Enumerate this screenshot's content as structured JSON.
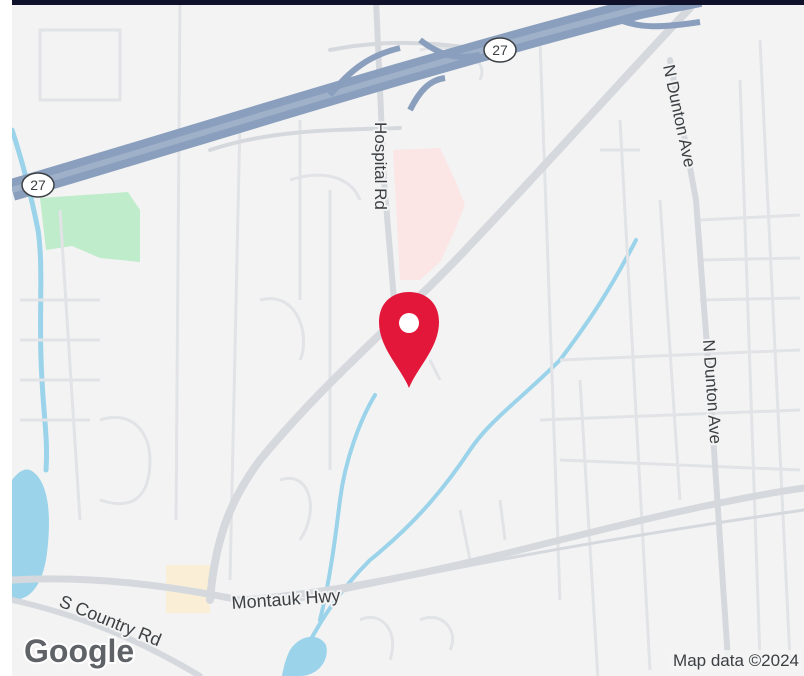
{
  "map": {
    "roads": {
      "hospital": "Hospital Rd",
      "dunton_north": "N Dunton Ave",
      "dunton_south": "N Dunton Ave",
      "montauk": "Montauk Hwy",
      "country": "S Country Rd"
    },
    "shields": {
      "route_top": "27",
      "route_left": "27"
    },
    "attribution": "Map data ©2024",
    "logo": "Google",
    "marker": "map-pin-icon",
    "colors": {
      "background": "#f3f3f3",
      "highway": "#8a9fbd",
      "water": "#9ad3ea",
      "park": "#bfeccb",
      "hospital": "#fbe5e5",
      "marker": "#e3173a"
    }
  }
}
